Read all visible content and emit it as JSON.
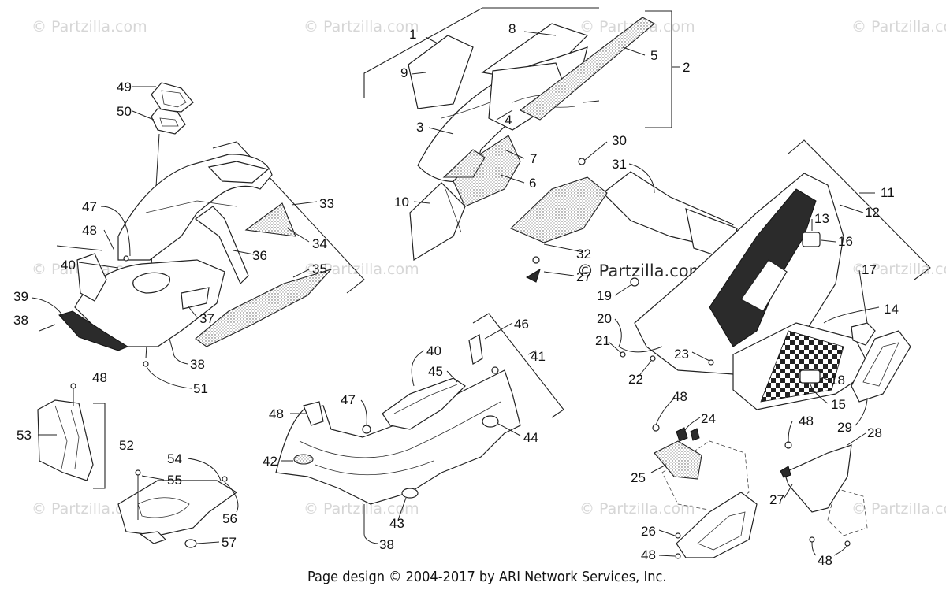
{
  "watermark": {
    "text": "© Partzilla.com",
    "center_text": "© Partzilla.com"
  },
  "footer": {
    "credit": "Page design © 2004-2017 by ARI Network Services, Inc."
  },
  "callouts": {
    "c1": "1",
    "c2": "2",
    "c3": "3",
    "c4": "4",
    "c5": "5",
    "c6": "6",
    "c7": "7",
    "c8": "8",
    "c9": "9",
    "c10": "10",
    "c11": "11",
    "c12": "12",
    "c13": "13",
    "c14": "14",
    "c15": "15",
    "c16": "16",
    "c17": "17",
    "c18": "18",
    "c19": "19",
    "c20": "20",
    "c21": "21",
    "c22": "22",
    "c23": "23",
    "c24": "24",
    "c25": "25",
    "c26": "26",
    "c27a": "27",
    "c27b": "27",
    "c28": "28",
    "c29": "29",
    "c30": "30",
    "c31": "31",
    "c32": "32",
    "c33": "33",
    "c34": "34",
    "c35": "35",
    "c36": "36",
    "c37": "37",
    "c38a": "38",
    "c38b": "38",
    "c38c": "38",
    "c39": "39",
    "c40a": "40",
    "c40b": "40",
    "c41": "41",
    "c42": "42",
    "c43": "43",
    "c44": "44",
    "c45": "45",
    "c46": "46",
    "c47a": "47",
    "c47b": "47",
    "c48a": "48",
    "c48b": "48",
    "c48c": "48",
    "c48d": "48",
    "c48e": "48",
    "c48f": "48",
    "c48g": "48",
    "c49": "49",
    "c50": "50",
    "c51": "51",
    "c52": "52",
    "c53": "53",
    "c54": "54",
    "c55": "55",
    "c56": "56",
    "c57": "57"
  }
}
